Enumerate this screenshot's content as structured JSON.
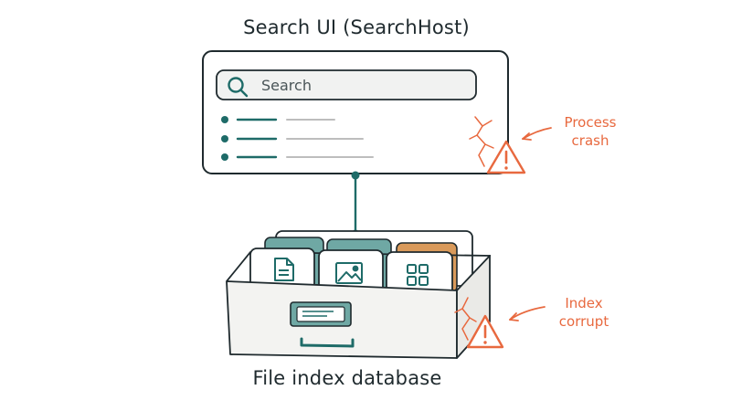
{
  "titles": {
    "search_ui": "Search UI (SearchHost)",
    "database": "File index database"
  },
  "search_box": {
    "placeholder": "Search",
    "icon": "search-icon"
  },
  "result_rows": 3,
  "callouts": {
    "process_crash": {
      "line1": "Process",
      "line2": "crash",
      "icon": "warning-icon"
    },
    "index_corrupt": {
      "line1": "Index",
      "line2": "corrupt",
      "icon": "warning-icon"
    }
  },
  "file_cards": [
    {
      "icon": "document-icon"
    },
    {
      "icon": "image-icon"
    },
    {
      "icon": "grid-icon"
    }
  ],
  "colors": {
    "ink": "#1f2a2e",
    "teal": "#1e6b68",
    "teal_light": "#6fa8a4",
    "orange": "#e8693f",
    "tab_orange": "#d99a5b",
    "panel": "#f3f3f1"
  }
}
